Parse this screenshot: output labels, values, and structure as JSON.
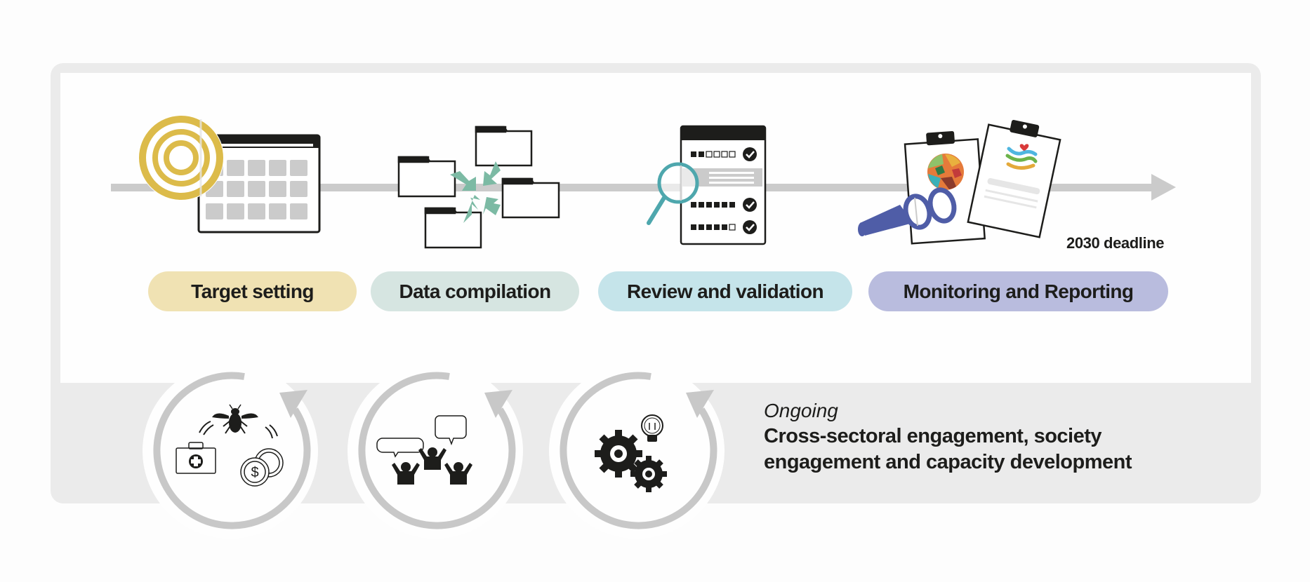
{
  "diagram": {
    "stages": [
      {
        "label": "Target setting",
        "color": "#f0e2b3",
        "icon": "target-calendar-icon"
      },
      {
        "label": "Data compilation",
        "color": "#d6e5e1",
        "icon": "folders-converge-icon"
      },
      {
        "label": "Review and validation",
        "color": "#c5e4ea",
        "icon": "checklist-magnifier-icon"
      },
      {
        "label": "Monitoring and Reporting",
        "color": "#b9bcde",
        "icon": "binoculars-clipboards-icon"
      }
    ],
    "deadline_label": "2030 deadline",
    "ongoing": {
      "label": "Ongoing",
      "description_line1": "Cross-sectoral engagement, society",
      "description_line2": "engagement and capacity development"
    },
    "cycles": [
      {
        "icon": "bee-health-finance-icon"
      },
      {
        "icon": "people-discussion-icon"
      },
      {
        "icon": "gears-lightbulb-icon"
      }
    ],
    "colors": {
      "frame": "#ebebeb",
      "timeline": "#cbcbcb",
      "target_gold": "#dcbb4a",
      "arrow_teal": "#7cbaa4",
      "magnifier_teal": "#4ea7ad",
      "binocular_blue": "#4f5da7",
      "cycle_ring": "#c8c8c8"
    }
  }
}
